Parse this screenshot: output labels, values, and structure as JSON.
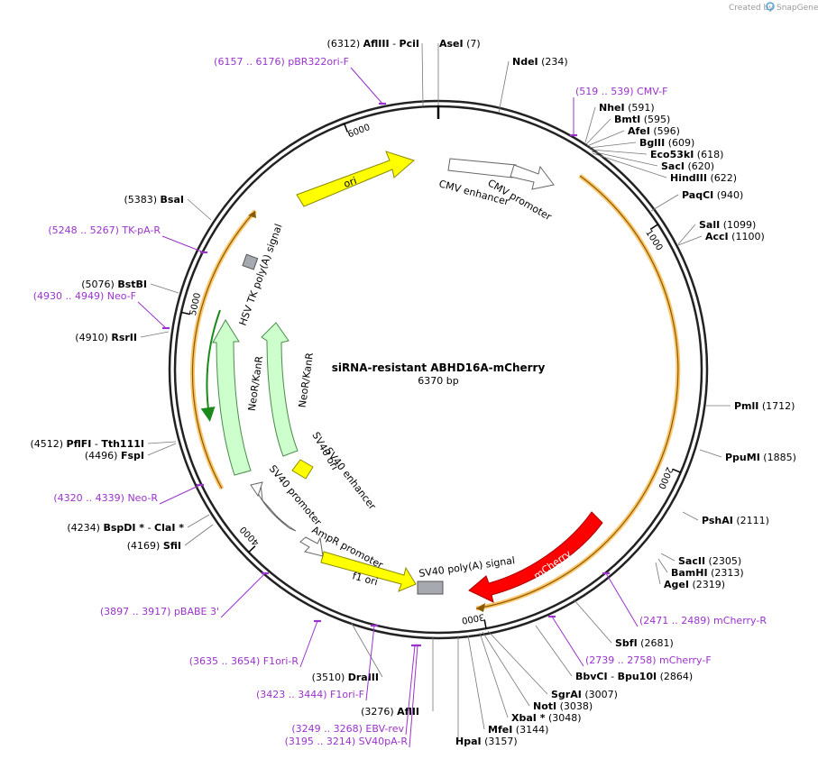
{
  "credit": {
    "prefix": "Created by",
    "brand": "SnapGene"
  },
  "map": {
    "name": "siRNA-resistant ABHD16A-mCherry",
    "length_label": "6370 bp",
    "total_bp": 6370
  },
  "ticks": [
    {
      "label": "1000",
      "pos": 1000
    },
    {
      "label": "2000",
      "pos": 2000
    },
    {
      "label": "3000",
      "pos": 3000
    },
    {
      "label": "4000",
      "pos": 4000
    },
    {
      "label": "5000",
      "pos": 5000
    },
    {
      "label": "6000",
      "pos": 6000
    }
  ],
  "enzymes": [
    {
      "id": "afliii-pcii",
      "pos": "(6312)",
      "name": "AflIII",
      "name2": "PciI",
      "side": "L"
    },
    {
      "id": "asei",
      "pos": "(7)",
      "name": "AseI",
      "side": "R"
    },
    {
      "id": "ndei",
      "pos": "(234)",
      "name": "NdeI",
      "side": "R"
    },
    {
      "id": "nhei",
      "pos": "(591)",
      "name": "NheI",
      "side": "R"
    },
    {
      "id": "bmti",
      "pos": "(595)",
      "name": "BmtI",
      "side": "R"
    },
    {
      "id": "afei",
      "pos": "(596)",
      "name": "AfeI",
      "side": "R"
    },
    {
      "id": "bglii",
      "pos": "(609)",
      "name": "BglII",
      "side": "R"
    },
    {
      "id": "eco53ki",
      "pos": "(618)",
      "name": "Eco53kI",
      "side": "R"
    },
    {
      "id": "saci",
      "pos": "(620)",
      "name": "SacI",
      "side": "R"
    },
    {
      "id": "hindiii",
      "pos": "(622)",
      "name": "HindIII",
      "side": "R"
    },
    {
      "id": "paqci",
      "pos": "(940)",
      "name": "PaqCI",
      "side": "R"
    },
    {
      "id": "sali",
      "pos": "(1099)",
      "name": "SalI",
      "side": "R"
    },
    {
      "id": "acci",
      "pos": "(1100)",
      "name": "AccI",
      "side": "R"
    },
    {
      "id": "pmli",
      "pos": "(1712)",
      "name": "PmlI",
      "side": "R"
    },
    {
      "id": "ppumi",
      "pos": "(1885)",
      "name": "PpuMI",
      "side": "R"
    },
    {
      "id": "pshai",
      "pos": "(2111)",
      "name": "PshAI",
      "side": "R"
    },
    {
      "id": "sacii",
      "pos": "(2305)",
      "name": "SacII",
      "side": "R"
    },
    {
      "id": "bamhi",
      "pos": "(2313)",
      "name": "BamHI",
      "side": "R"
    },
    {
      "id": "agei",
      "pos": "(2319)",
      "name": "AgeI",
      "side": "R"
    },
    {
      "id": "sbfi",
      "pos": "(2681)",
      "name": "SbfI",
      "side": "R"
    },
    {
      "id": "bbvci-bpu10i",
      "pos": "(2864)",
      "name": "BbvCI",
      "name2": "Bpu10I",
      "side": "R"
    },
    {
      "id": "sgrai",
      "pos": "(3007)",
      "name": "SgrAI",
      "side": "R"
    },
    {
      "id": "noti",
      "pos": "(3038)",
      "name": "NotI",
      "side": "R"
    },
    {
      "id": "xbai",
      "pos": "(3048)",
      "name": "XbaI *",
      "side": "R"
    },
    {
      "id": "mfei",
      "pos": "(3144)",
      "name": "MfeI",
      "side": "R"
    },
    {
      "id": "hpai",
      "pos": "(3157)",
      "name": "HpaI",
      "side": "R"
    },
    {
      "id": "aflii",
      "pos": "(3276)",
      "name": "AflII",
      "side": "L"
    },
    {
      "id": "draiii",
      "pos": "(3510)",
      "name": "DraIII",
      "side": "L"
    },
    {
      "id": "sfii",
      "pos": "(4169)",
      "name": "SfiI",
      "side": "L"
    },
    {
      "id": "bspdi-clai",
      "pos": "(4234)",
      "name": "BspDI *",
      "name2": "ClaI *",
      "side": "L"
    },
    {
      "id": "fspi",
      "pos": "(4496)",
      "name": "FspI",
      "side": "L"
    },
    {
      "id": "pflfi-tth111i",
      "pos": "(4512)",
      "name": "PflFI",
      "name2": "Tth111I",
      "side": "L"
    },
    {
      "id": "rsrii",
      "pos": "(4910)",
      "name": "RsrII",
      "side": "L"
    },
    {
      "id": "bstbi",
      "pos": "(5076)",
      "name": "BstBI",
      "side": "L"
    },
    {
      "id": "bsai",
      "pos": "(5383)",
      "name": "BsaI",
      "side": "L"
    }
  ],
  "primers": [
    {
      "id": "pbr322ori-f",
      "range": "(6157 .. 6176)",
      "name": "pBR322ori-F"
    },
    {
      "id": "cmv-f",
      "range": "(519 .. 539)",
      "name": "CMV-F"
    },
    {
      "id": "mcherry-r",
      "range": "(2471 .. 2489)",
      "name": "mCherry-R"
    },
    {
      "id": "mcherry-f",
      "range": "(2739 .. 2758)",
      "name": "mCherry-F"
    },
    {
      "id": "sv40pa-r",
      "range": "(3195 .. 3214)",
      "name": "SV40pA-R"
    },
    {
      "id": "ebv-rev",
      "range": "(3249 .. 3268)",
      "name": "EBV-rev"
    },
    {
      "id": "f1ori-f",
      "range": "(3423 .. 3444)",
      "name": "F1ori-F"
    },
    {
      "id": "f1ori-r",
      "range": "(3635 .. 3654)",
      "name": "F1ori-R"
    },
    {
      "id": "pbabe3",
      "range": "(3897 .. 3917)",
      "name": "pBABE 3'"
    },
    {
      "id": "neo-r",
      "range": "(4320 .. 4339)",
      "name": "Neo-R"
    },
    {
      "id": "neo-f",
      "range": "(4930 .. 4949)",
      "name": "Neo-F"
    },
    {
      "id": "tk-pa-r",
      "range": "(5248 .. 5267)",
      "name": "TK-pA-R"
    }
  ],
  "features": {
    "ori": "ori",
    "cmv_enhancer": "CMV enhancer",
    "cmv_promoter": "CMV promoter",
    "mcherry": "mCherry",
    "sv40_polya": "SV40 poly(A) signal",
    "f1_ori": "f1 ori",
    "ampr_promoter": "AmpR promoter",
    "sv40_promoter": "SV40 promoter",
    "sv40_ori": "SV40 ori",
    "sv40_enhancer": "SV40 enhancer",
    "neor_inner": "NeoR/KanR",
    "neor_outer": "NeoR/KanR",
    "hsv_tk_polya": "HSV TK poly(A) signal"
  },
  "colors": {
    "ori": "#ffff00",
    "mcherry": "#ff0000",
    "neor": "#ccffcc",
    "promoter": "#ffffff",
    "polya": "#999999",
    "orf": "#fcc66c",
    "primer": "#9a33cc"
  }
}
